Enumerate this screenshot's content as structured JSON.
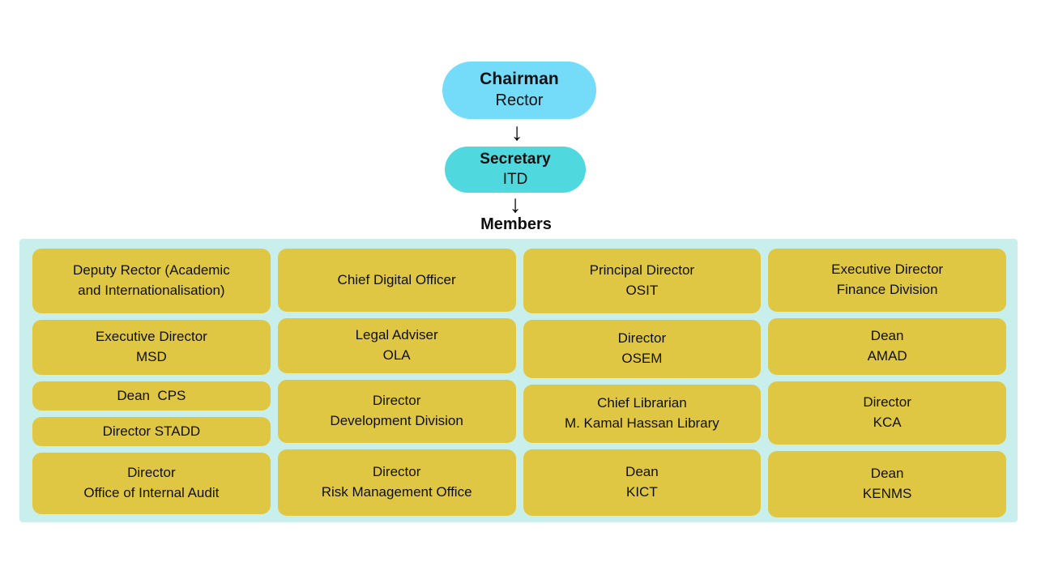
{
  "hierarchy": {
    "chairman": {
      "role": "Chairman",
      "unit": "Rector"
    },
    "secretary": {
      "role": "Secretary",
      "unit": "ITD"
    },
    "members_label": "Members",
    "arrow_glyph": "↓"
  },
  "members": {
    "columns": [
      {
        "boxes": [
          {
            "line1": "Deputy Rector (Academic",
            "line2": "and Internationalisation)"
          },
          {
            "line1": "Executive Director",
            "line2": "MSD"
          },
          {
            "line1": "Dean  CPS",
            "line2": ""
          },
          {
            "line1": "Director STADD",
            "line2": ""
          },
          {
            "line1": "Director",
            "line2": "Office of Internal Audit"
          }
        ]
      },
      {
        "boxes": [
          {
            "line1": "Chief Digital Officer",
            "line2": ""
          },
          {
            "line1": "Legal Adviser",
            "line2": "OLA"
          },
          {
            "line1": "Director",
            "line2": "Development Division"
          },
          {
            "line1": "Director",
            "line2": "Risk Management Office"
          }
        ]
      },
      {
        "boxes": [
          {
            "line1": "Principal Director",
            "line2": "OSIT"
          },
          {
            "line1": "Director",
            "line2": "OSEM"
          },
          {
            "line1": "Chief Librarian",
            "line2": "M. Kamal Hassan Library"
          },
          {
            "line1": "Dean",
            "line2": "KICT"
          }
        ]
      },
      {
        "boxes": [
          {
            "line1": "Executive Director",
            "line2": "Finance Division"
          },
          {
            "line1": "Dean",
            "line2": "AMAD"
          },
          {
            "line1": "Director",
            "line2": "KCA"
          },
          {
            "line1": "Dean",
            "line2": "KENMS"
          }
        ]
      }
    ]
  },
  "colors": {
    "chairman_fill": "#74dbf9",
    "secretary_fill": "#4fd8dd",
    "member_fill": "#e0c743",
    "panel_fill": "#c9efed",
    "page_background": "#ffffff",
    "text": "#101010"
  }
}
